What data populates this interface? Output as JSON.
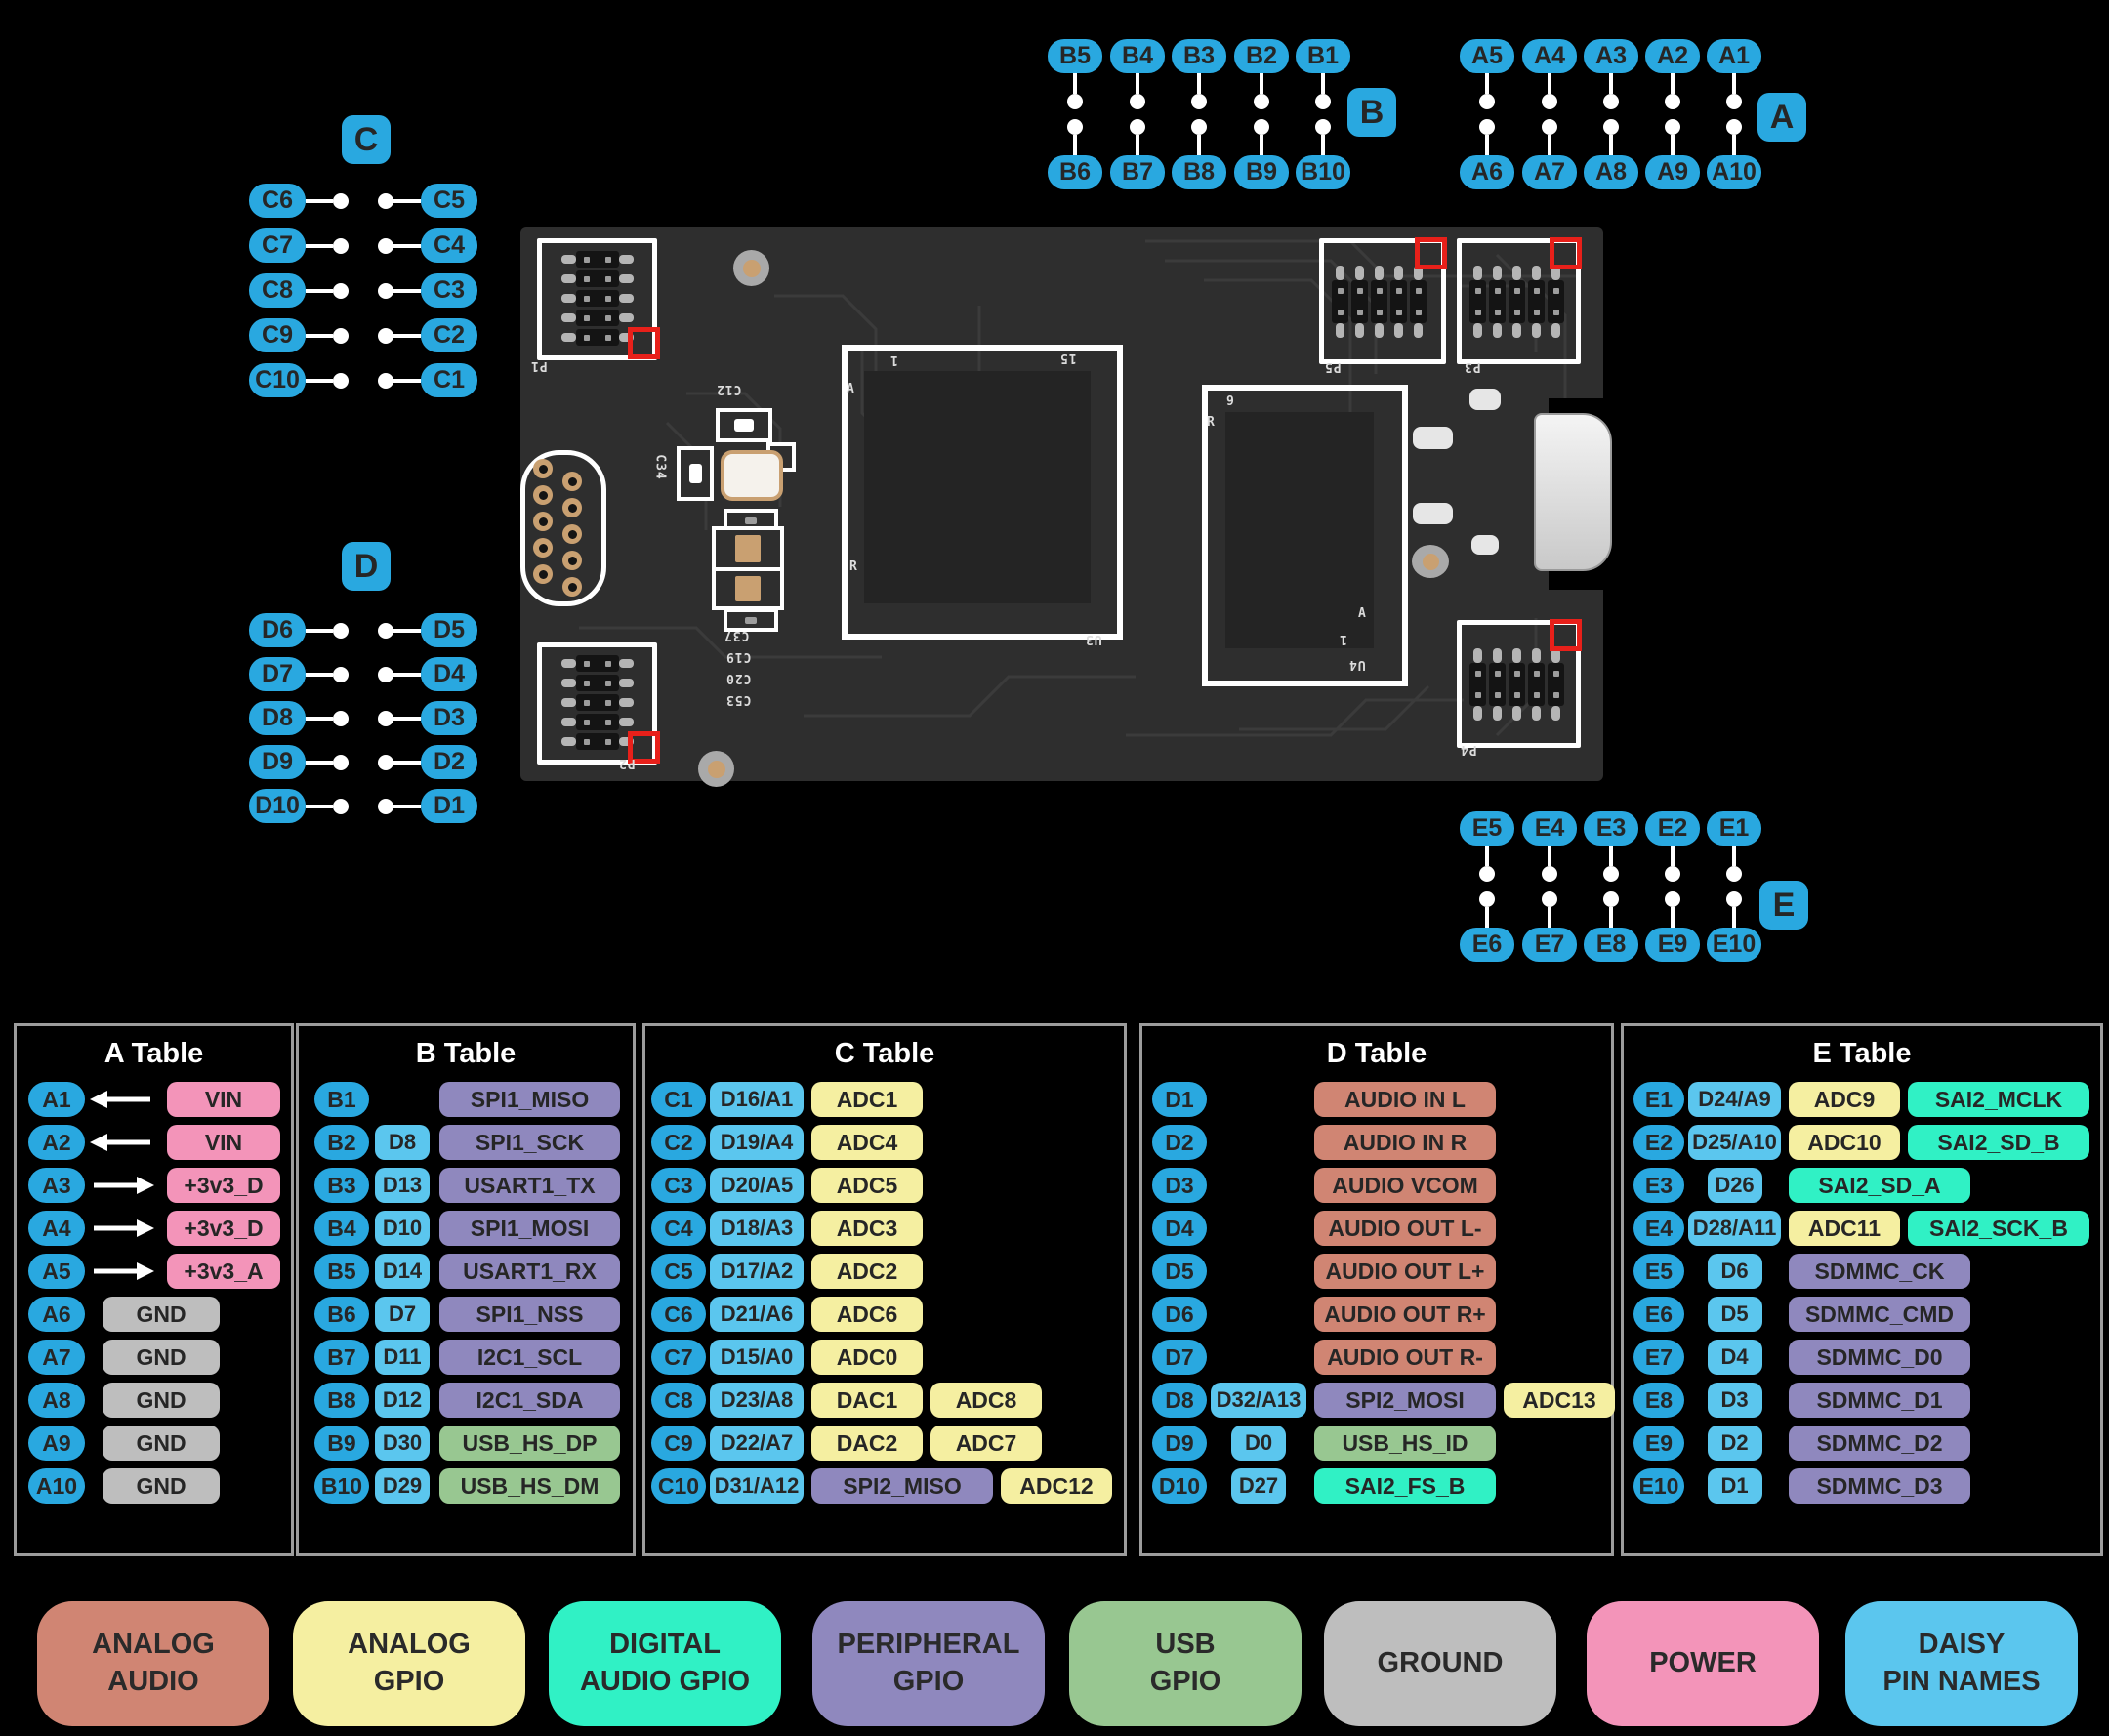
{
  "colors": {
    "pin": "#29a8e0",
    "daisy": "#5bc6ee",
    "analog_audio": "#d08573",
    "analog_gpio": "#f5efa1",
    "digital_audio_gpio": "#30f1c5",
    "peripheral_gpio": "#8f88be",
    "usb_gpio": "#98c791",
    "ground": "#bebebe",
    "power": "#f394b9"
  },
  "pin_groups": {
    "C": {
      "letter": "C",
      "layout": "horizontal",
      "rows": [
        [
          "C6",
          "C5"
        ],
        [
          "C7",
          "C4"
        ],
        [
          "C8",
          "C3"
        ],
        [
          "C9",
          "C2"
        ],
        [
          "C10",
          "C1"
        ]
      ]
    },
    "D": {
      "letter": "D",
      "layout": "horizontal",
      "rows": [
        [
          "D6",
          "D5"
        ],
        [
          "D7",
          "D4"
        ],
        [
          "D8",
          "D3"
        ],
        [
          "D9",
          "D2"
        ],
        [
          "D10",
          "D1"
        ]
      ]
    },
    "B": {
      "letter": "B",
      "layout": "vertical",
      "top": [
        "B5",
        "B4",
        "B3",
        "B2",
        "B1"
      ],
      "bottom": [
        "B6",
        "B7",
        "B8",
        "B9",
        "B10"
      ]
    },
    "A": {
      "letter": "A",
      "layout": "vertical",
      "top": [
        "A5",
        "A4",
        "A3",
        "A2",
        "A1"
      ],
      "bottom": [
        "A6",
        "A7",
        "A8",
        "A9",
        "A10"
      ]
    },
    "E": {
      "letter": "E",
      "layout": "vertical",
      "top": [
        "E5",
        "E4",
        "E3",
        "E2",
        "E1"
      ],
      "bottom": [
        "E6",
        "E7",
        "E8",
        "E9",
        "E10"
      ]
    }
  },
  "board": {
    "silkscreen": {
      "p1": "P1",
      "p2": "P2",
      "p3": "P3",
      "p4": "P4",
      "p5": "P5",
      "u3": "U3",
      "u4": "U4",
      "c12": "C12",
      "c34": "C34",
      "c37": "C37",
      "c19": "C19",
      "c20": "C20",
      "c53": "C53",
      "u3_pin1": "1",
      "u3_pin15": "15",
      "u3_a": "A",
      "u3_r": "R",
      "u4_pin6": "6",
      "u4_r": "R",
      "u4_a": "A",
      "u4_pin1": "1"
    }
  },
  "tables": [
    {
      "id": "A",
      "title": "A Table",
      "rows": [
        {
          "pin": "A1",
          "arrow": "left",
          "funcs": [
            {
              "label": "VIN",
              "type": "power"
            }
          ]
        },
        {
          "pin": "A2",
          "arrow": "left",
          "funcs": [
            {
              "label": "VIN",
              "type": "power"
            }
          ]
        },
        {
          "pin": "A3",
          "arrow": "right",
          "funcs": [
            {
              "label": "+3v3_D",
              "type": "power"
            }
          ]
        },
        {
          "pin": "A4",
          "arrow": "right",
          "funcs": [
            {
              "label": "+3v3_D",
              "type": "power"
            }
          ]
        },
        {
          "pin": "A5",
          "arrow": "right",
          "funcs": [
            {
              "label": "+3v3_A",
              "type": "power"
            }
          ]
        },
        {
          "pin": "A6",
          "funcs": [
            {
              "label": "GND",
              "type": "ground"
            }
          ]
        },
        {
          "pin": "A7",
          "funcs": [
            {
              "label": "GND",
              "type": "ground"
            }
          ]
        },
        {
          "pin": "A8",
          "funcs": [
            {
              "label": "GND",
              "type": "ground"
            }
          ]
        },
        {
          "pin": "A9",
          "funcs": [
            {
              "label": "GND",
              "type": "ground"
            }
          ]
        },
        {
          "pin": "A10",
          "funcs": [
            {
              "label": "GND",
              "type": "ground"
            }
          ]
        }
      ]
    },
    {
      "id": "B",
      "title": "B Table",
      "rows": [
        {
          "pin": "B1",
          "daisy": null,
          "funcs": [
            {
              "label": "SPI1_MISO",
              "type": "peripheral_gpio"
            }
          ]
        },
        {
          "pin": "B2",
          "daisy": "D8",
          "funcs": [
            {
              "label": "SPI1_SCK",
              "type": "peripheral_gpio"
            }
          ]
        },
        {
          "pin": "B3",
          "daisy": "D13",
          "funcs": [
            {
              "label": "USART1_TX",
              "type": "peripheral_gpio"
            }
          ]
        },
        {
          "pin": "B4",
          "daisy": "D10",
          "funcs": [
            {
              "label": "SPI1_MOSI",
              "type": "peripheral_gpio"
            }
          ]
        },
        {
          "pin": "B5",
          "daisy": "D14",
          "funcs": [
            {
              "label": "USART1_RX",
              "type": "peripheral_gpio"
            }
          ]
        },
        {
          "pin": "B6",
          "daisy": "D7",
          "funcs": [
            {
              "label": "SPI1_NSS",
              "type": "peripheral_gpio"
            }
          ]
        },
        {
          "pin": "B7",
          "daisy": "D11",
          "funcs": [
            {
              "label": "I2C1_SCL",
              "type": "peripheral_gpio"
            }
          ]
        },
        {
          "pin": "B8",
          "daisy": "D12",
          "funcs": [
            {
              "label": "I2C1_SDA",
              "type": "peripheral_gpio"
            }
          ]
        },
        {
          "pin": "B9",
          "daisy": "D30",
          "funcs": [
            {
              "label": "USB_HS_DP",
              "type": "usb_gpio"
            }
          ]
        },
        {
          "pin": "B10",
          "daisy": "D29",
          "funcs": [
            {
              "label": "USB_HS_DM",
              "type": "usb_gpio"
            }
          ]
        }
      ]
    },
    {
      "id": "C",
      "title": "C Table",
      "rows": [
        {
          "pin": "C1",
          "daisy": "D16/A1",
          "funcs": [
            {
              "label": "ADC1",
              "type": "analog_gpio"
            }
          ]
        },
        {
          "pin": "C2",
          "daisy": "D19/A4",
          "funcs": [
            {
              "label": "ADC4",
              "type": "analog_gpio"
            }
          ]
        },
        {
          "pin": "C3",
          "daisy": "D20/A5",
          "funcs": [
            {
              "label": "ADC5",
              "type": "analog_gpio"
            }
          ]
        },
        {
          "pin": "C4",
          "daisy": "D18/A3",
          "funcs": [
            {
              "label": "ADC3",
              "type": "analog_gpio"
            }
          ]
        },
        {
          "pin": "C5",
          "daisy": "D17/A2",
          "funcs": [
            {
              "label": "ADC2",
              "type": "analog_gpio"
            }
          ]
        },
        {
          "pin": "C6",
          "daisy": "D21/A6",
          "funcs": [
            {
              "label": "ADC6",
              "type": "analog_gpio"
            }
          ]
        },
        {
          "pin": "C7",
          "daisy": "D15/A0",
          "funcs": [
            {
              "label": "ADC0",
              "type": "analog_gpio"
            }
          ]
        },
        {
          "pin": "C8",
          "daisy": "D23/A8",
          "funcs": [
            {
              "label": "DAC1",
              "type": "analog_gpio"
            },
            {
              "label": "ADC8",
              "type": "analog_gpio"
            }
          ]
        },
        {
          "pin": "C9",
          "daisy": "D22/A7",
          "funcs": [
            {
              "label": "DAC2",
              "type": "analog_gpio"
            },
            {
              "label": "ADC7",
              "type": "analog_gpio"
            }
          ]
        },
        {
          "pin": "C10",
          "daisy": "D31/A12",
          "funcs": [
            {
              "label": "SPI2_MISO",
              "type": "peripheral_gpio",
              "wide": true
            },
            {
              "label": "ADC12",
              "type": "analog_gpio"
            }
          ]
        }
      ]
    },
    {
      "id": "D",
      "title": "D Table",
      "rows": [
        {
          "pin": "D1",
          "funcs": [
            {
              "label": "AUDIO IN L",
              "type": "analog_audio"
            }
          ]
        },
        {
          "pin": "D2",
          "funcs": [
            {
              "label": "AUDIO IN R",
              "type": "analog_audio"
            }
          ]
        },
        {
          "pin": "D3",
          "funcs": [
            {
              "label": "AUDIO VCOM",
              "type": "analog_audio"
            }
          ]
        },
        {
          "pin": "D4",
          "funcs": [
            {
              "label": "AUDIO OUT L-",
              "type": "analog_audio"
            }
          ]
        },
        {
          "pin": "D5",
          "funcs": [
            {
              "label": "AUDIO OUT L+",
              "type": "analog_audio"
            }
          ]
        },
        {
          "pin": "D6",
          "funcs": [
            {
              "label": "AUDIO OUT R+",
              "type": "analog_audio"
            }
          ]
        },
        {
          "pin": "D7",
          "funcs": [
            {
              "label": "AUDIO OUT R-",
              "type": "analog_audio"
            }
          ]
        },
        {
          "pin": "D8",
          "daisy": "D32/A13",
          "funcs": [
            {
              "label": "SPI2_MOSI",
              "type": "peripheral_gpio",
              "wide": true
            },
            {
              "label": "ADC13",
              "type": "analog_gpio"
            }
          ]
        },
        {
          "pin": "D9",
          "daisy": "D0",
          "funcs": [
            {
              "label": "USB_HS_ID",
              "type": "usb_gpio",
              "wide": true
            }
          ]
        },
        {
          "pin": "D10",
          "daisy": "D27",
          "funcs": [
            {
              "label": "SAI2_FS_B",
              "type": "digital_audio_gpio",
              "wide": true
            }
          ]
        }
      ]
    },
    {
      "id": "E",
      "title": "E Table",
      "rows": [
        {
          "pin": "E1",
          "daisy": "D24/A9",
          "funcs": [
            {
              "label": "ADC9",
              "type": "analog_gpio"
            },
            {
              "label": "SAI2_MCLK",
              "type": "digital_audio_gpio"
            }
          ]
        },
        {
          "pin": "E2",
          "daisy": "D25/A10",
          "funcs": [
            {
              "label": "ADC10",
              "type": "analog_gpio"
            },
            {
              "label": "SAI2_SD_B",
              "type": "digital_audio_gpio"
            }
          ]
        },
        {
          "pin": "E3",
          "daisy": "D26",
          "funcs": [
            {
              "label": "SAI2_SD_A",
              "type": "digital_audio_gpio",
              "wide": true
            }
          ]
        },
        {
          "pin": "E4",
          "daisy": "D28/A11",
          "funcs": [
            {
              "label": "ADC11",
              "type": "analog_gpio"
            },
            {
              "label": "SAI2_SCK_B",
              "type": "digital_audio_gpio"
            }
          ]
        },
        {
          "pin": "E5",
          "daisy": "D6",
          "funcs": [
            {
              "label": "SDMMC_CK",
              "type": "peripheral_gpio",
              "wide": true
            }
          ]
        },
        {
          "pin": "E6",
          "daisy": "D5",
          "funcs": [
            {
              "label": "SDMMC_CMD",
              "type": "peripheral_gpio",
              "wide": true
            }
          ]
        },
        {
          "pin": "E7",
          "daisy": "D4",
          "funcs": [
            {
              "label": "SDMMC_D0",
              "type": "peripheral_gpio",
              "wide": true
            }
          ]
        },
        {
          "pin": "E8",
          "daisy": "D3",
          "funcs": [
            {
              "label": "SDMMC_D1",
              "type": "peripheral_gpio",
              "wide": true
            }
          ]
        },
        {
          "pin": "E9",
          "daisy": "D2",
          "funcs": [
            {
              "label": "SDMMC_D2",
              "type": "peripheral_gpio",
              "wide": true
            }
          ]
        },
        {
          "pin": "E10",
          "daisy": "D1",
          "funcs": [
            {
              "label": "SDMMC_D3",
              "type": "peripheral_gpio",
              "wide": true
            }
          ]
        }
      ]
    }
  ],
  "legend": [
    {
      "lines": [
        "ANALOG",
        "AUDIO"
      ],
      "type": "analog_audio"
    },
    {
      "lines": [
        "ANALOG",
        "GPIO"
      ],
      "type": "analog_gpio"
    },
    {
      "lines": [
        "DIGITAL",
        "AUDIO GPIO"
      ],
      "type": "digital_audio_gpio"
    },
    {
      "lines": [
        "PERIPHERAL",
        "GPIO"
      ],
      "type": "peripheral_gpio"
    },
    {
      "lines": [
        "USB",
        "GPIO"
      ],
      "type": "usb_gpio"
    },
    {
      "lines": [
        "GROUND"
      ],
      "type": "ground"
    },
    {
      "lines": [
        "POWER"
      ],
      "type": "power"
    },
    {
      "lines": [
        "DAISY",
        "PIN NAMES"
      ],
      "type": "daisy"
    }
  ]
}
